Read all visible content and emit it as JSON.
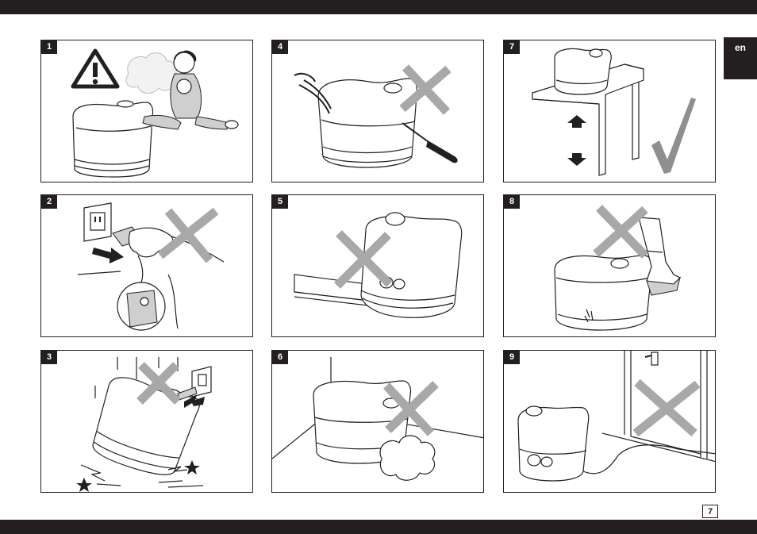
{
  "language_tab": "en",
  "page_number": "7",
  "panels": [
    {
      "number": "1"
    },
    {
      "number": "2"
    },
    {
      "number": "3"
    },
    {
      "number": "4"
    },
    {
      "number": "5"
    },
    {
      "number": "6"
    },
    {
      "number": "7"
    },
    {
      "number": "8"
    },
    {
      "number": "9"
    }
  ],
  "colors": {
    "ink": "#231f20",
    "cross": "#a8a8a8",
    "check": "#8f8f8f"
  }
}
